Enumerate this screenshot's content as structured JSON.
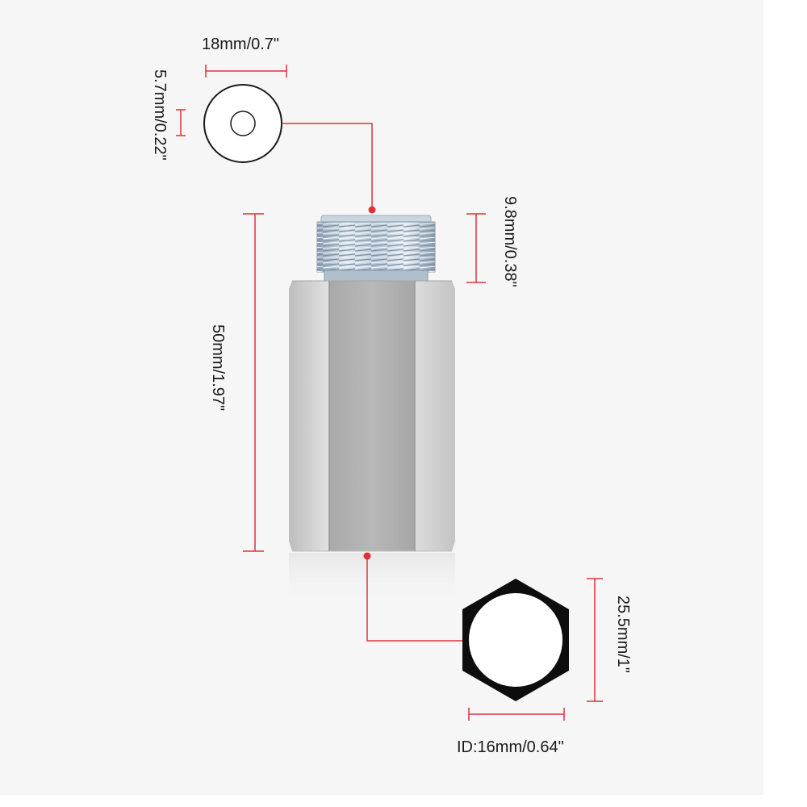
{
  "dimensions": {
    "washer_outer_diameter": "18mm/0.7\"",
    "washer_inner_diameter": "5.7mm/0.22\"",
    "thread_length": "9.8mm/0.38\"",
    "total_length": "50mm/1.97\"",
    "hex_width": "25.5mm/1\"",
    "inner_diameter": "ID:16mm/0.64\""
  },
  "colors": {
    "dimension_line": "#e0313a",
    "background": "#f6f6f6",
    "hex_profile": "#0d0d0d"
  }
}
